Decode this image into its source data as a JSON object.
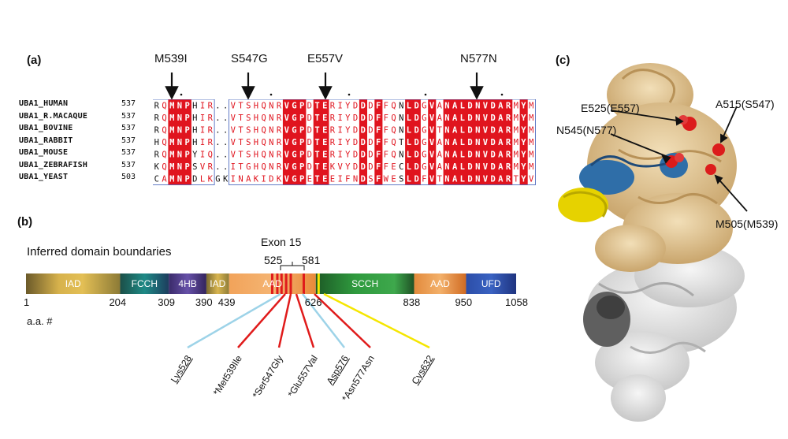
{
  "panels": {
    "a": "(a)",
    "b": "(b)",
    "c": "(c)"
  },
  "alignment": {
    "mutation_labels": [
      "M539I",
      "S547G",
      "E557V",
      "N577N"
    ],
    "rows": [
      {
        "species": "UBA1_HUMAN",
        "start": "537",
        "seq": "RQMNPHIR..VTSHQNRVGPDTERIYDDDFFQNLDGVANALDNVDARMYM"
      },
      {
        "species": "UBA1_R.MACAQUE",
        "start": "537",
        "seq": "RQMNPHIR..VTSHQNRVGPDTERIYDDDFFQNLDGVANALDNVDARMYM"
      },
      {
        "species": "UBA1_BOVINE",
        "start": "537",
        "seq": "RQMNPHIR..VTSHQNRVGPDTERIYDDDFFQNLDGVTNALDNVDARMYM"
      },
      {
        "species": "UBA1_RABBIT",
        "start": "537",
        "seq": "HQMNPHIR..VTSHQNRVGPDTERIYDDDFFQTLDGVANALDNVDARMYM"
      },
      {
        "species": "UBA1_MOUSE",
        "start": "537",
        "seq": "RQMNPYIQ..VTSHQNRVGPDTERIYDDDFFQNLDGVANALDNVDARMYM"
      },
      {
        "species": "UBA1_ZEBRAFISH",
        "start": "537",
        "seq": "KQMNPSVR..ITGHQNRVGPDTEKVYDDDFFECLDGVANALDNVDARMYM"
      },
      {
        "species": "UBA1_YEAST",
        "start": "503",
        "seq": "CAMNPDLKGKINAKIDKVGPETEEIFNDSFWESLDFVTNALDNVDARTYV"
      }
    ]
  },
  "domains": {
    "title": "Inferred domain boundaries",
    "segments": [
      {
        "label": "IAD",
        "start": 1,
        "end": 204
      },
      {
        "label": "FCCH",
        "start": 204,
        "end": 309
      },
      {
        "label": "4HB",
        "start": 309,
        "end": 390
      },
      {
        "label": "IAD",
        "start": 390,
        "end": 439
      },
      {
        "label": "AAD",
        "start": 439,
        "end": 626
      },
      {
        "label": "SCCH",
        "start": 626,
        "end": 838
      },
      {
        "label": "AAD",
        "start": 838,
        "end": 950
      },
      {
        "label": "UFD",
        "start": 950,
        "end": 1058
      }
    ],
    "positions": [
      "1",
      "204",
      "309",
      "390",
      "439",
      "626",
      "838",
      "950",
      "1058"
    ],
    "aa_label": "a.a. #",
    "exon_label": "Exon 15",
    "exon_start": "525",
    "exon_end": "581",
    "variants": [
      {
        "label": "Lys528",
        "underline": true,
        "color": "#9dd3e8"
      },
      {
        "label": "*Met539Ile",
        "underline": false,
        "color": "#e01b1b"
      },
      {
        "label": "*Ser547Gly",
        "underline": false,
        "color": "#e01b1b"
      },
      {
        "label": "*Glu557Val",
        "underline": false,
        "color": "#e01b1b"
      },
      {
        "label": "Asp576",
        "underline": true,
        "color": "#9dd3e8"
      },
      {
        "label": "*Asn577Asn",
        "underline": false,
        "color": "#e01b1b"
      },
      {
        "label": "Cys632",
        "underline": true,
        "color": "#f5e600"
      }
    ]
  },
  "structure": {
    "labels": [
      "E525(E557)",
      "A515(S547)",
      "N545(N577)",
      "M505(M539)"
    ]
  }
}
